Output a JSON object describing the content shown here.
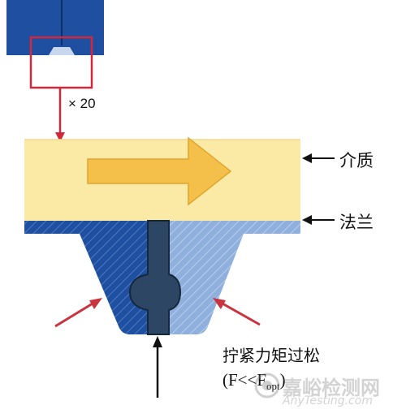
{
  "magnification_label": "× 20",
  "labels": {
    "medium": "介质",
    "flange": "法兰",
    "torque": "拧紧力矩过松",
    "formula_main": "(F<<F",
    "formula_sub": "opt",
    "formula_close": ")"
  },
  "watermark": {
    "text": "嘉峪检测网",
    "url": "AnyTesting.com"
  },
  "colors": {
    "medium_fill": "#fbe9a6",
    "flow_arrow": "#f5c04a",
    "flange_dark_blue": "#1f4fa0",
    "flange_light_blue": "#8fb0dc",
    "gasket": "#2c4663",
    "callout_red": "#d1283c",
    "force_arrow_red": "#c9343f"
  }
}
